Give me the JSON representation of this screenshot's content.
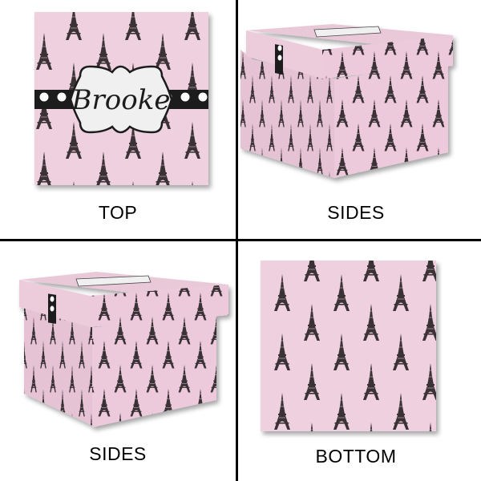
{
  "panels": [
    {
      "id": "top",
      "label": "TOP"
    },
    {
      "id": "sides-1",
      "label": "SIDES"
    },
    {
      "id": "sides-2",
      "label": "SIDES"
    },
    {
      "id": "bottom",
      "label": "BOTTOM"
    }
  ],
  "design": {
    "name_text": "Brooke",
    "pattern": "eiffel-tower-icon",
    "colors": {
      "background": "#efd0de",
      "tower": "#3a3136",
      "band": "#1c1c1c",
      "label_fill": "#f0f0f0",
      "divider": "#000000"
    }
  }
}
